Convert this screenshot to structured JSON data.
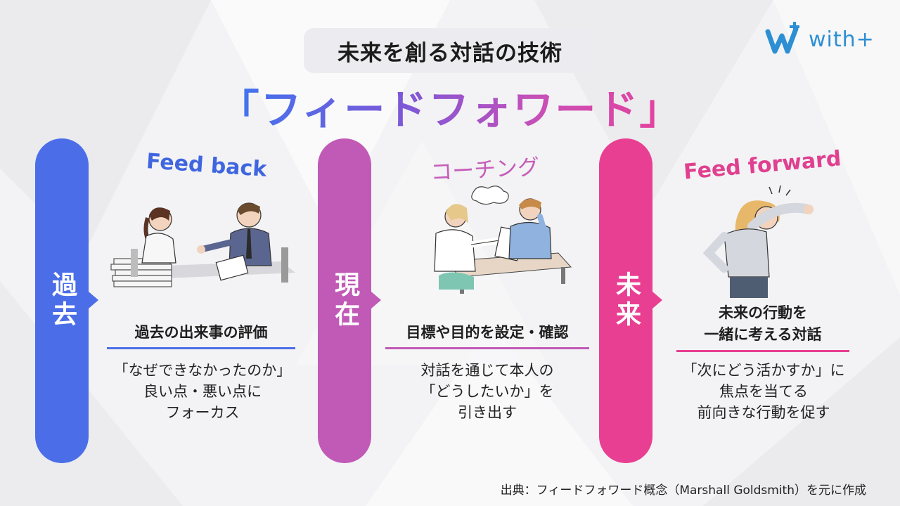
{
  "header": {
    "subtitle": "未来を創る対話の技術",
    "title": "「フィードフォワード」"
  },
  "logo": {
    "text": "with+",
    "icon": "wave-plus-icon"
  },
  "colors": {
    "past": "#4b6ee8",
    "present": "#c05ab6",
    "future": "#e83f92",
    "logo": "#2d8fd3"
  },
  "sections": [
    {
      "pill": "過去",
      "heading": "Feed back",
      "caption": "過去の出来事の評価",
      "description": [
        "「なぜできなかったのか」",
        "良い点・悪い点に",
        "フォーカス"
      ]
    },
    {
      "pill": "現在",
      "heading": "コーチング",
      "caption": "目標や目的を設定・確認",
      "description": [
        "対話を通じて本人の",
        "「どうしたいか」を",
        "引き出す"
      ]
    },
    {
      "pill": "未来",
      "heading": "Feed forward",
      "caption": [
        "未来の行動を",
        "一緒に考える対話"
      ],
      "description": [
        "「次にどう活かすか」に",
        "焦点を当てる",
        "前向きな行動を促す"
      ]
    }
  ],
  "source": "出典：フィードフォワード概念（Marshall Goldsmith）を元に作成"
}
